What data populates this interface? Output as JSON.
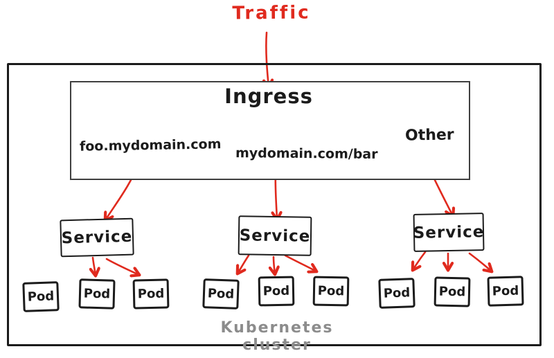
{
  "colors": {
    "arrow_red": "#e02a1e",
    "ink_black": "#1b1b1b",
    "ingress_border": "#3f3f3f",
    "cluster_label_gray": "#8c8c8c",
    "background": "#ffffff"
  },
  "labels": {
    "traffic": "Traffic",
    "ingress": "Ingress",
    "cluster": "Kubernetes cluster"
  },
  "ingress_rules": [
    {
      "label": "foo.mydomain.com"
    },
    {
      "label": "mydomain.com/bar"
    },
    {
      "label": "Other"
    }
  ],
  "services": [
    {
      "label": "Service"
    },
    {
      "label": "Service"
    },
    {
      "label": "Service"
    }
  ],
  "pods": [
    {
      "label": "Pod"
    },
    {
      "label": "Pod"
    },
    {
      "label": "Pod"
    },
    {
      "label": "Pod"
    },
    {
      "label": "Pod"
    },
    {
      "label": "Pod"
    },
    {
      "label": "Pod"
    },
    {
      "label": "Pod"
    },
    {
      "label": "Pod"
    }
  ],
  "edges": [
    {
      "from": "traffic",
      "to": "ingress"
    },
    {
      "from": "foo.mydomain.com",
      "to": "service-1"
    },
    {
      "from": "mydomain.com/bar",
      "to": "service-2"
    },
    {
      "from": "Other",
      "to": "service-3"
    },
    {
      "from": "service-1",
      "to": "pod-2"
    },
    {
      "from": "service-1",
      "to": "pod-3"
    },
    {
      "from": "service-2",
      "to": "pod-4"
    },
    {
      "from": "service-2",
      "to": "pod-5"
    },
    {
      "from": "service-2",
      "to": "pod-6"
    },
    {
      "from": "service-3",
      "to": "pod-7"
    },
    {
      "from": "service-3",
      "to": "pod-8"
    },
    {
      "from": "service-3",
      "to": "pod-9"
    }
  ]
}
